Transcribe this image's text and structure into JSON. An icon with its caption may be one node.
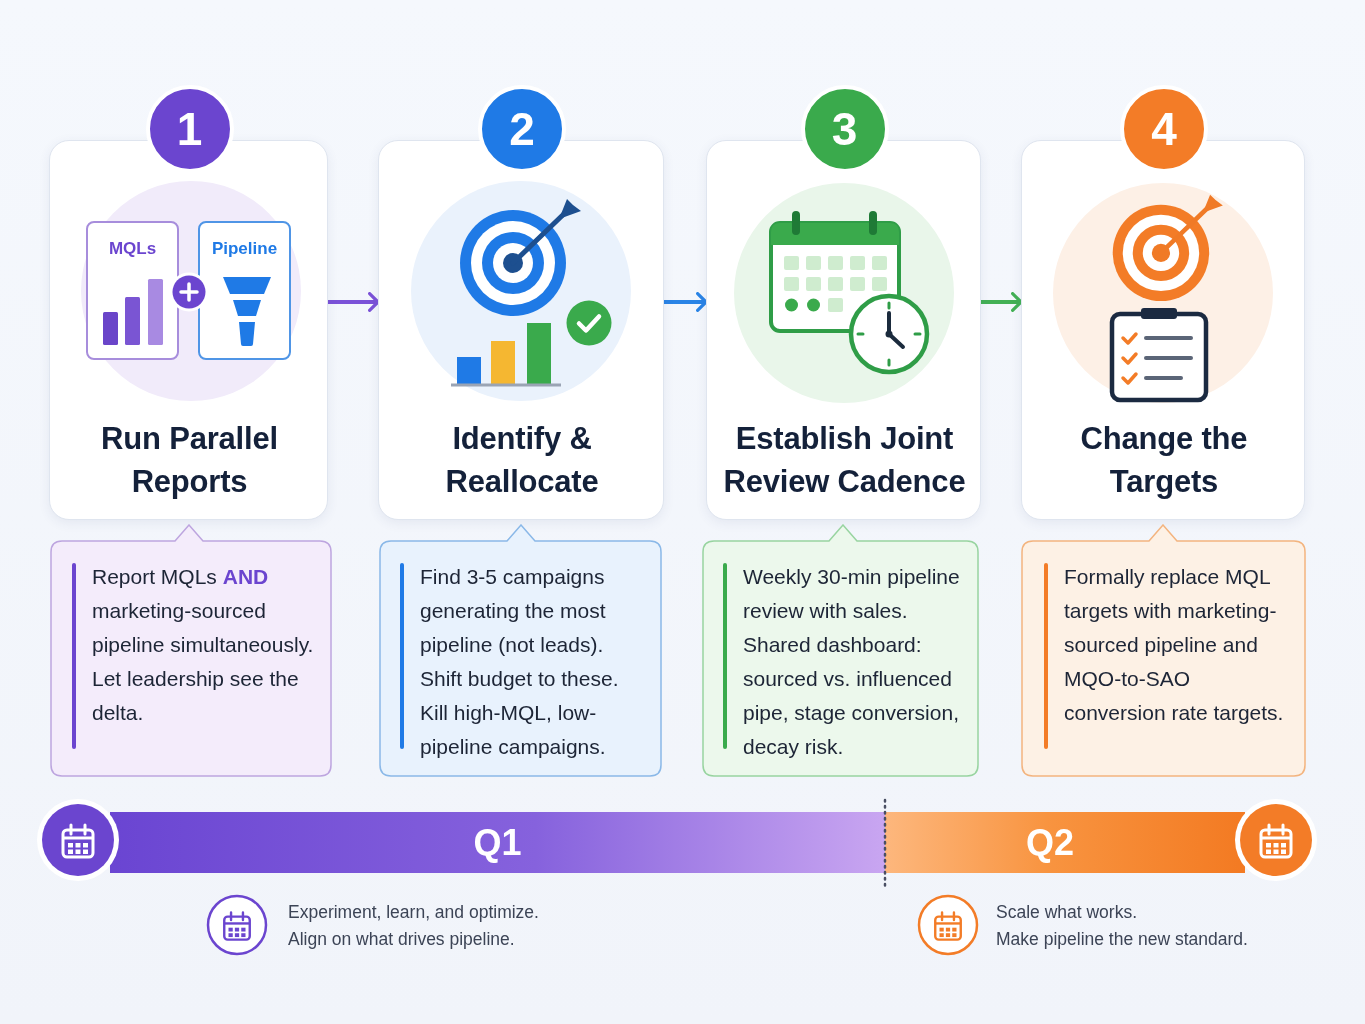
{
  "diagram": {
    "nodes": [
      {
        "text": [
          "1",
          "Run Parallel Reports"
        ]
      },
      {
        "text": [
          "MQLs"
        ],
        "in": 0
      },
      {
        "text": [
          "Pipeline"
        ],
        "in": 0
      },
      {
        "text": [
          "2",
          "Identify & Reallocate"
        ]
      },
      {
        "text": [
          "3",
          "Establish Joint Review Cadence"
        ]
      },
      {
        "text": [
          "4",
          "Change the Targets"
        ]
      },
      {
        "text": [
          "Report MQLs **AND** marketing-sourced pipeline simultaneously. Let leadership see the delta."
        ]
      },
      {
        "text": [
          "Find 3-5 campaigns generating the most pipeline (not leads). Shift budget to these. Kill high-MQL, low-pipeline campaigns."
        ]
      },
      {
        "text": [
          "Weekly 30-min pipeline review with sales. Shared dashboard: sourced vs. influenced pipe, stage conversion, decay risk."
        ]
      },
      {
        "text": [
          "Formally replace MQL targets with marketing-sourced pipeline and MQO-to-SAO conversion rate targets."
        ]
      },
      {
        "text": [
          "Q1"
        ],
        "beside": [
          "Experiment, learn, and optimize.",
          "Align on what drives pipeline."
        ]
      },
      {
        "text": [
          "Q2"
        ],
        "beside": [
          "Scale what works.",
          "Make pipeline the new standard."
        ]
      }
    ],
    "edges": [
      {
        "from": 0,
        "to": 3,
        "arrow": "to",
        "color": "#7b52d8"
      },
      {
        "from": 3,
        "to": 4,
        "arrow": "to",
        "color": "#2a84e6"
      },
      {
        "from": 4,
        "to": 5,
        "arrow": "to",
        "color": "#43b055"
      }
    ]
  }
}
